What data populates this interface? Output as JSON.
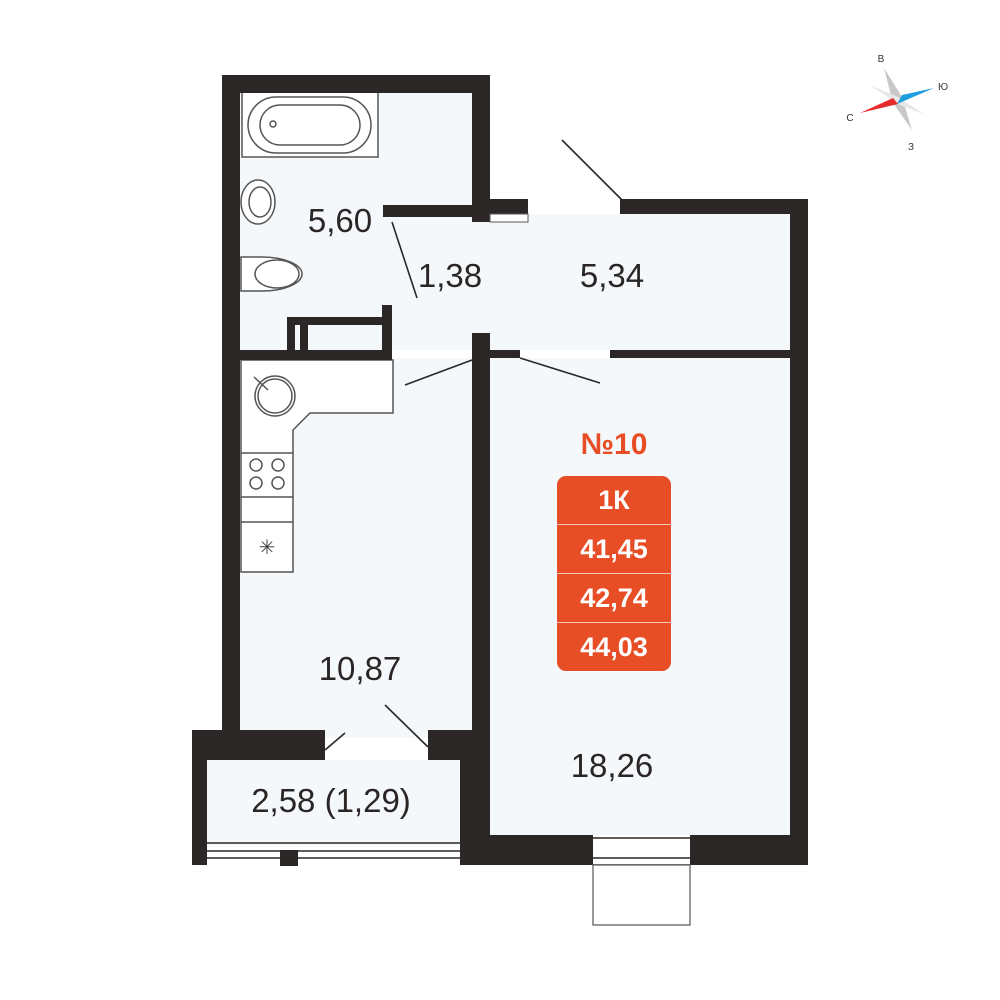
{
  "apartment": {
    "number": "№10",
    "rooms": "1К",
    "areas": [
      "41,45",
      "42,74",
      "44,03"
    ],
    "accent_color": "#e84e25"
  },
  "rooms": {
    "bathroom": "5,60",
    "corridor": "1,38",
    "hall": "5,34",
    "kitchen": "10,87",
    "living_room": "18,26",
    "loggia": "2,58 (1,29)"
  },
  "compass": {
    "north": "С",
    "east": "В",
    "south": "Ю",
    "west": "З"
  }
}
